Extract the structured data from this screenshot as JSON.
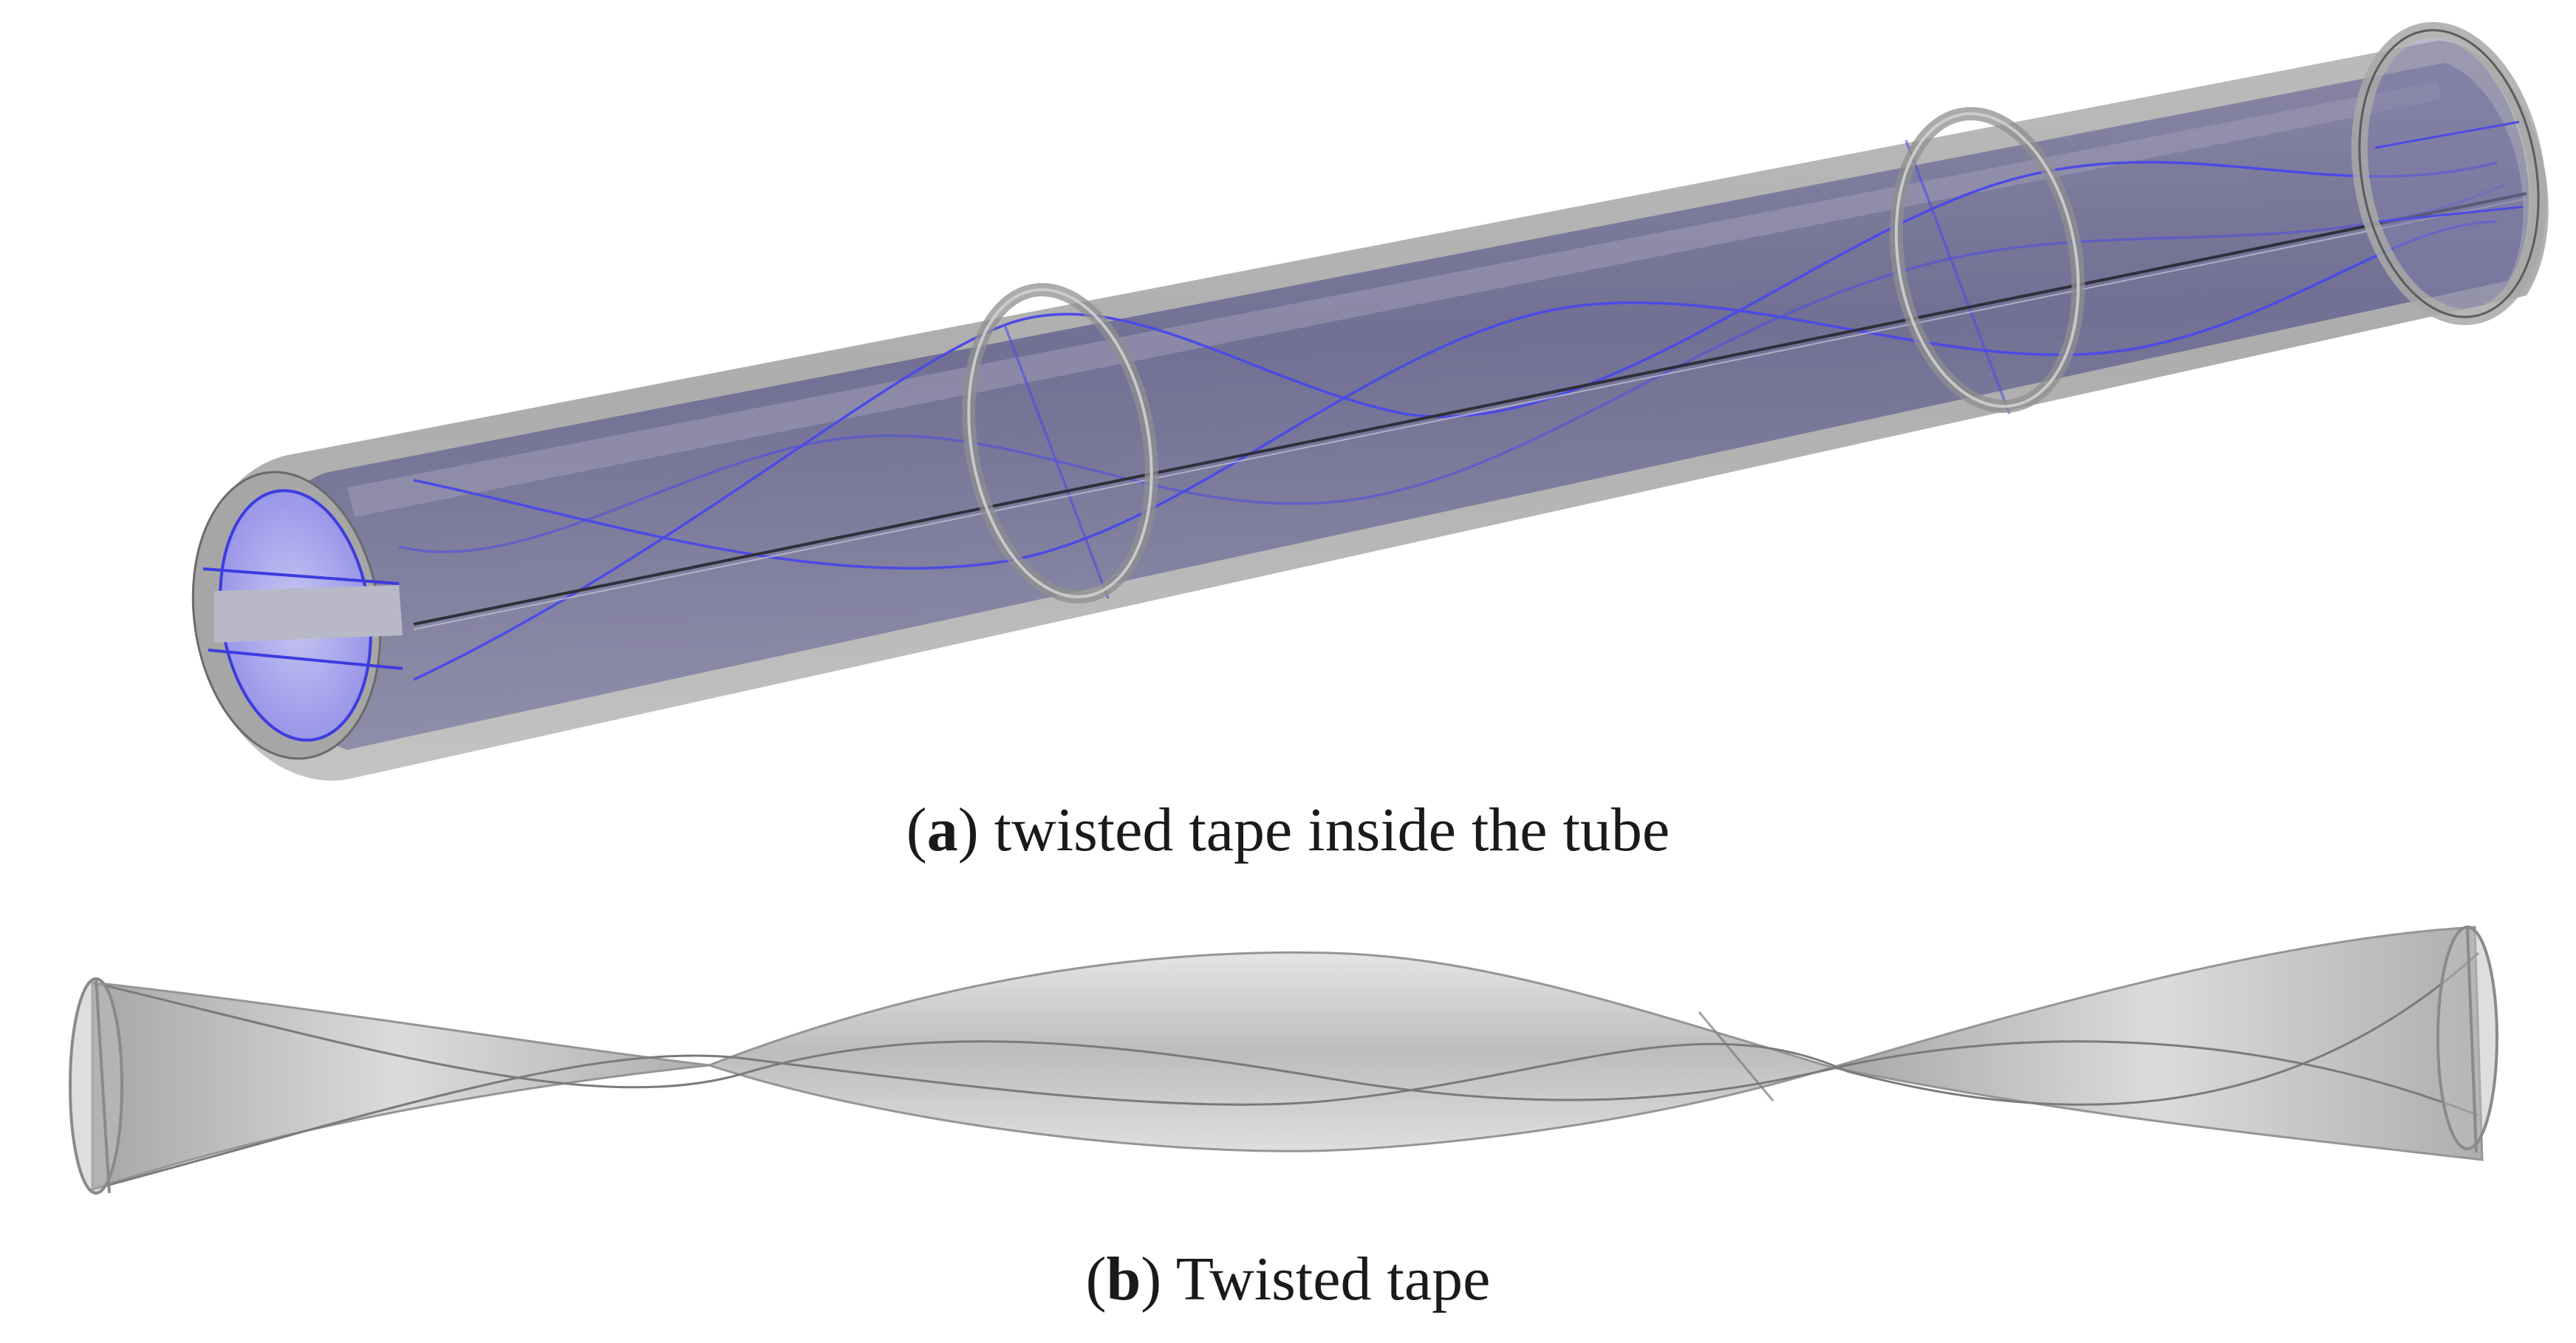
{
  "panel_a": {
    "caption_open": "(",
    "caption_letter": "a",
    "caption_text": ") twisted tape inside the tube"
  },
  "panel_b": {
    "caption_open": "(",
    "caption_letter": "b",
    "caption_text": ") Twisted tape"
  },
  "colors": {
    "tube_wall": "#9a9a9a",
    "tube_fill": "#6f6d9a",
    "tape_edge_blue": "#4a4ae0",
    "tape_grey": "#b9b9b9",
    "background": "#ffffff"
  }
}
